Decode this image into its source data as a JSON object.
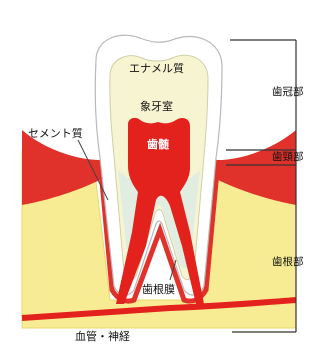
{
  "diagram": {
    "labels": {
      "enamel": "エナメル質",
      "dentin": "象牙室",
      "pulp": "歯髄",
      "cementum": "セメント質",
      "ligament": "歯根膜",
      "vessels": "血管・神経",
      "crown": "歯冠部",
      "neck": "歯頸部",
      "root": "歯根部"
    }
  },
  "colors": {
    "gum": "#e0312b",
    "pulp": "#e3221d",
    "bone": "#f7ec93",
    "bone_edge": "#e8d86a",
    "dentin": "#f7f4d2",
    "enamel": "#ffffff",
    "root_tint": "#dcebe3",
    "bracket": "#333333"
  }
}
